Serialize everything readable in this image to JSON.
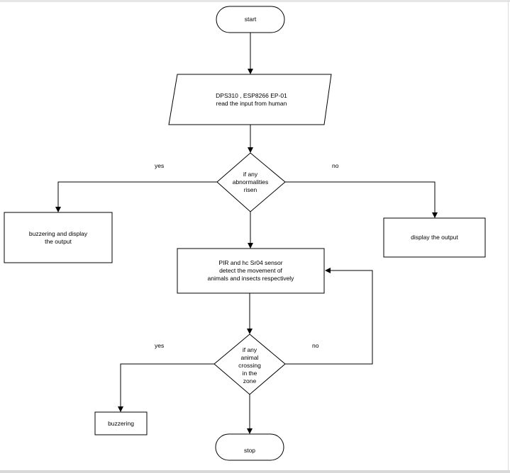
{
  "nodes": {
    "start": "start",
    "input": "DPS310 , ESP8266 EP-01\nread the input from human",
    "decision1": "if any\nabnormalities\nrisen",
    "buzz_display": "buzzering and display\nthe output",
    "display": "display the output",
    "sensor": "PIR and hc Sr04 sensor\ndetect the movement of\nanimals and insects respectively",
    "decision2": "if any\nanimal\ncrossing\nin the\nzone",
    "buzzering": "buzzering",
    "stop": "stop"
  },
  "edges": {
    "d1_yes": "yes",
    "d1_no": "no",
    "d2_yes": "yes",
    "d2_no": "no"
  }
}
